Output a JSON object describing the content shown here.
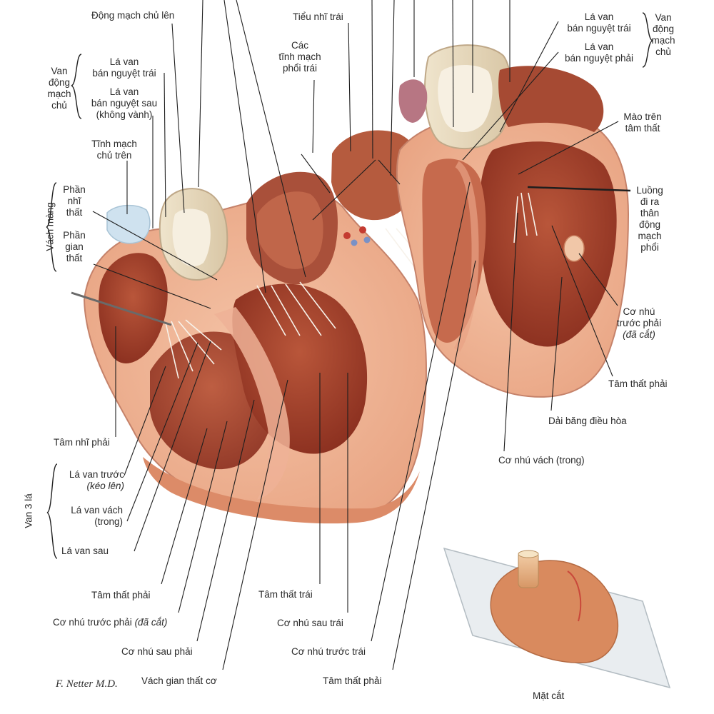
{
  "labels": {
    "aorta_ascending": "Động mạch chủ lên",
    "left_auricle": "Tiểu nhĩ trái",
    "pulm_veins_1": "Các",
    "pulm_veins_2": "tĩnh mạch",
    "pulm_veins_3": "phổi trái",
    "aortic_group_1": "Van",
    "aortic_group_2": "động",
    "aortic_group_3": "mạch",
    "aortic_group_4": "chủ",
    "left_cusp_1": "Lá van",
    "left_cusp_2": "bán nguyệt trái",
    "post_cusp_1": "Lá van",
    "post_cusp_2": "bán nguyệt sau",
    "post_cusp_3": "(không vành)",
    "svc_1": "Tĩnh mạch",
    "svc_2": "chủ trên",
    "membranous_septum": "Vách màng",
    "av_part_1": "Phần",
    "av_part_2": "nhĩ",
    "av_part_3": "thất",
    "iv_part_1": "Phần",
    "iv_part_2": "gian",
    "iv_part_3": "thất",
    "right_atrium": "Tâm nhĩ phải",
    "tricuspid_group": "Van 3 lá",
    "ant_leaflet_1": "Lá van trước",
    "ant_leaflet_2": "(kéo lên)",
    "sep_leaflet_1": "Lá van vách",
    "sep_leaflet_2": "(trong)",
    "post_leaflet": "Lá van sau",
    "rv_bottom_left": "Tâm thất phải",
    "ant_papillary_cut_1": "Cơ nhú trước phải",
    "ant_papillary_cut_2": "(đã cắt)",
    "post_papillary_right": "Cơ nhú sau phải",
    "muscular_septum": "Vách gian thất cơ",
    "left_ventricle": "Tâm thất trái",
    "post_papillary_left": "Cơ nhú sau trái",
    "ant_papillary_left": "Cơ nhú trước trái",
    "rv_bottom_center": "Tâm thất phải",
    "rt_aortic_left_1": "Lá van",
    "rt_aortic_left_2": "bán nguyệt trái",
    "rt_aortic_right_1": "Lá van",
    "rt_aortic_right_2": "bán nguyệt phải",
    "rt_aortic_group_1": "Van",
    "rt_aortic_group_2": "động",
    "rt_aortic_group_3": "mạch",
    "rt_aortic_group_4": "chủ",
    "supraventricular_1": "Mào trên",
    "supraventricular_2": "tâm thất",
    "outflow_1": "Luồng",
    "outflow_2": "đi ra",
    "outflow_3": "thân",
    "outflow_4": "động",
    "outflow_5": "mạch",
    "outflow_6": "phổi",
    "ant_papillary_right_1": "Cơ nhú",
    "ant_papillary_right_2": "trước phải",
    "ant_papillary_right_3": "(đã cắt)",
    "rv_right": "Tâm thất phải",
    "moderator_band": "Dải băng điều hòa",
    "septal_papillary": "Cơ nhú vách (trong)",
    "section_caption": "Mặt cắt",
    "signature": "F. Netter M.D."
  }
}
